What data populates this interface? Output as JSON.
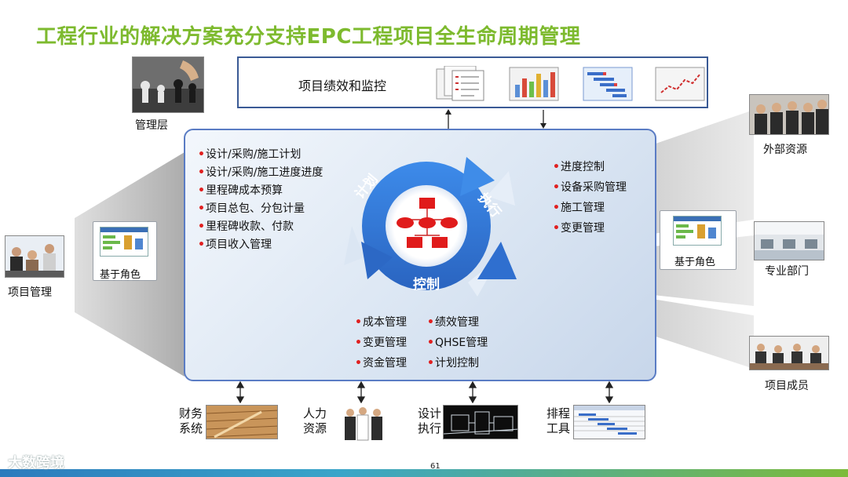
{
  "title": "工程行业的解决方案充分支持EPC工程项目全生命周期管理",
  "top_box": {
    "label": "项目绩效和监控"
  },
  "management_layer": "管理层",
  "left_panel": {
    "caption": "项目管理",
    "role_label": "基于角色"
  },
  "central": {
    "plan_items": [
      "设计/采购/施工计划",
      "设计/采购/施工进度进度",
      "里程碑成本预算",
      "项目总包、分包计量",
      "里程碑收款、付款",
      "项目收入管理"
    ],
    "exec_items": [
      "进度控制",
      "设备采购管理",
      "施工管理",
      "变更管理"
    ],
    "control_col1": [
      "成本管理",
      "变更管理",
      "资金管理"
    ],
    "control_col2": [
      "绩效管理",
      "QHSE管理",
      "计划控制"
    ],
    "cycle": {
      "plan": "计划",
      "exec": "执行",
      "control": "控制"
    }
  },
  "right_panel": {
    "role_label": "基于角色",
    "external": "外部资源",
    "department": "专业部门",
    "members": "项目成员"
  },
  "bottom": [
    {
      "l1": "财务",
      "l2": "系统"
    },
    {
      "l1": "人力",
      "l2": "资源"
    },
    {
      "l1": "设计",
      "l2": "执行"
    },
    {
      "l1": "排程",
      "l2": "工具"
    }
  ],
  "page_number": "61",
  "watermark": "大数跨境",
  "colors": {
    "title": "#7dba2e",
    "frame": "#3a5a95",
    "cycle": "#3f7fd6",
    "bullet": "#e02020",
    "org_box": "#e01b1b"
  }
}
